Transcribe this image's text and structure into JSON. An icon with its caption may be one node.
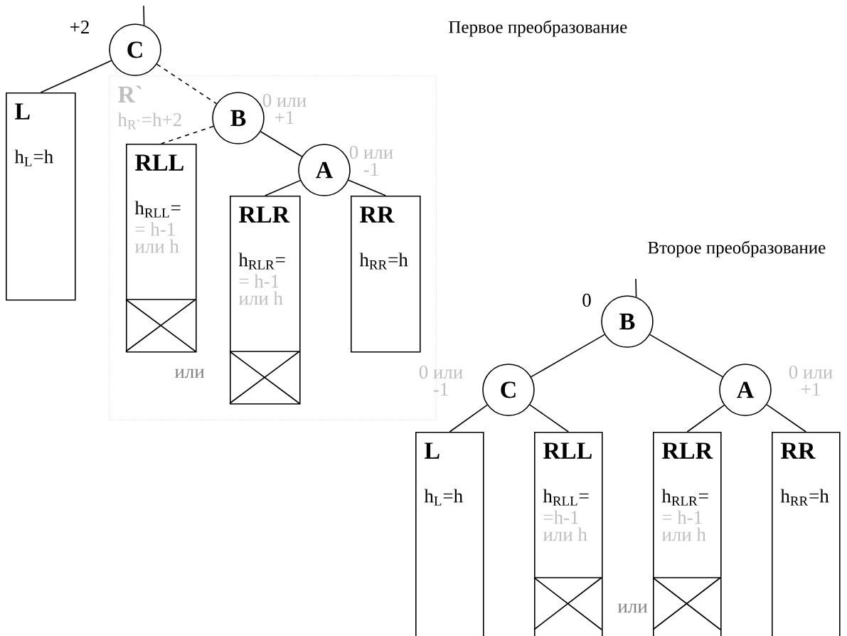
{
  "diagram": {
    "nodes": [
      {
        "text": [
          "C"
        ],
        "beside": [
          "+2"
        ]
      },
      {
        "text": [
          "L",
          "h$_{L}$=h"
        ]
      },
      {
        "text": [
          "R`",
          "h$_{R`}$=h+2"
        ]
      },
      {
        "text": [
          "B"
        ],
        "in": 2,
        "beside": [
          "0 или +1"
        ]
      },
      {
        "text": [
          "RLL",
          "h$_{RLL}$=",
          "= h-1 или h"
        ],
        "in": 2
      },
      {
        "text": [
          "A"
        ],
        "in": 2,
        "beside": [
          "0 или -1"
        ]
      },
      {
        "text": [
          "RLR",
          "h$_{RLR}$=",
          "= h-1 или h"
        ],
        "in": 2
      },
      {
        "text": [
          "RR",
          "h$_{RR}$=h"
        ],
        "in": 2
      },
      {
        "text": [
          "B"
        ],
        "beside": [
          "0"
        ]
      },
      {
        "text": [
          "C"
        ],
        "beside": [
          "0 или -1"
        ]
      },
      {
        "text": [
          "A"
        ],
        "beside": [
          "0 или +1"
        ]
      },
      {
        "text": [
          "L",
          "h$_{L}$=h"
        ]
      },
      {
        "text": [
          "RLL",
          "h$_{RLL}$=",
          "=h-1 или h"
        ]
      },
      {
        "text": [
          "RLR",
          "h$_{RLR}$=",
          "= h-1 или h"
        ]
      },
      {
        "text": [
          "RR",
          "h$_{RR}$=h"
        ]
      }
    ],
    "edges": [
      {
        "from": null,
        "to": 0,
        "arrow": "none"
      },
      {
        "from": 0,
        "to": 1,
        "arrow": "none"
      },
      {
        "from": 0,
        "to": 3,
        "arrow": "none",
        "style": "dashed"
      },
      {
        "from": 3,
        "to": 4,
        "arrow": "none",
        "style": "dashed"
      },
      {
        "from": 3,
        "to": 5,
        "arrow": "none"
      },
      {
        "from": 5,
        "to": 6,
        "arrow": "none"
      },
      {
        "from": 5,
        "to": 7,
        "arrow": "none"
      },
      {
        "from": null,
        "to": 8,
        "arrow": "none"
      },
      {
        "from": 8,
        "to": 9,
        "arrow": "none"
      },
      {
        "from": 8,
        "to": 10,
        "arrow": "none"
      },
      {
        "from": 9,
        "to": 11,
        "arrow": "none"
      },
      {
        "from": 9,
        "to": 12,
        "arrow": "none"
      },
      {
        "from": 10,
        "to": 13,
        "arrow": "none"
      },
      {
        "from": 10,
        "to": 14,
        "arrow": "none"
      }
    ],
    "labels": [
      "Первое преобразование",
      "Второе преобразование",
      "или",
      "или"
    ]
  }
}
